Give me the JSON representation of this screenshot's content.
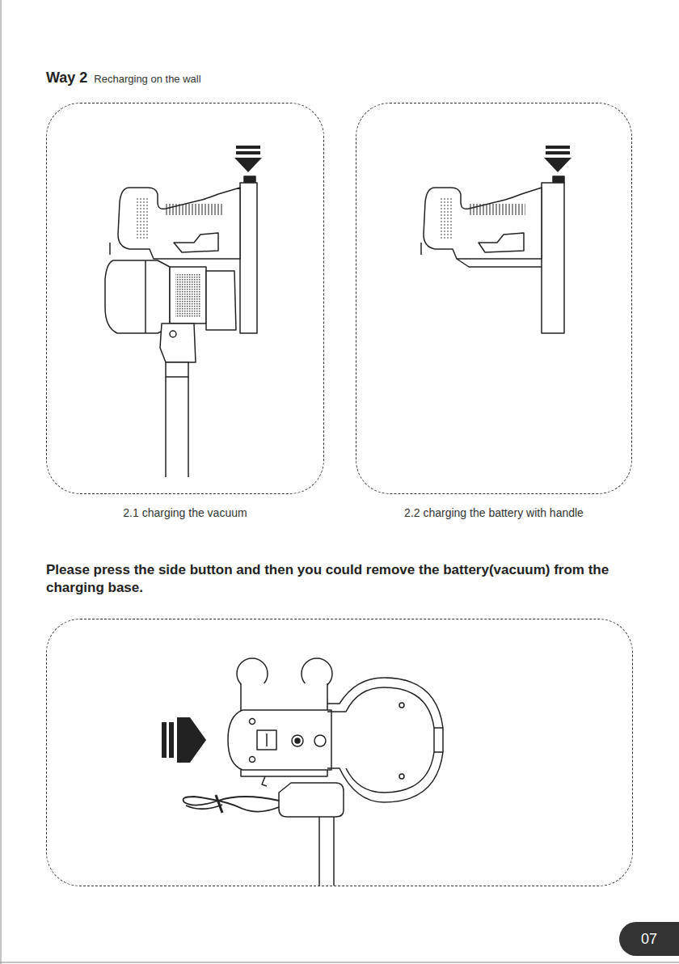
{
  "diagram": {
    "title": "Way 2",
    "nodes": [
      {
        "text": [
          "2.1 charging the vacuum"
        ]
      },
      {
        "text": [
          "2.2 charging the battery with handle"
        ]
      },
      {
        "text": []
      },
      {
        "text": [
          "07"
        ]
      }
    ],
    "labels": [
      "Recharging on the wall",
      "Please press the side button and then you could remove the battery(vacuum) from the charging base."
    ]
  }
}
